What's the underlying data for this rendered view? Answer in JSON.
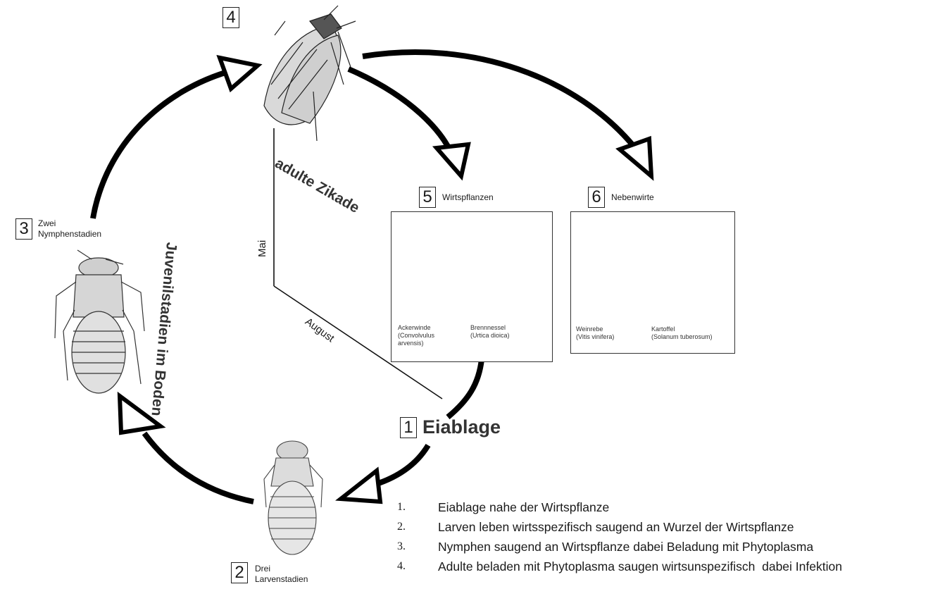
{
  "stages": {
    "s1": {
      "number": "1",
      "label": "Eiablage"
    },
    "s2": {
      "number": "2",
      "label_line1": "Drei",
      "label_line2": "Larvenstadien"
    },
    "s3": {
      "number": "3",
      "label_line1": "Zwei",
      "label_line2": "Nymphenstadien"
    },
    "s4": {
      "number": "4"
    },
    "s5": {
      "number": "5",
      "label": "Wirtspflanzen"
    },
    "s6": {
      "number": "6",
      "label": "Nebenwirte"
    }
  },
  "curved_labels": {
    "adult": "adulte Zikade",
    "juvenile": "Juvenilstadien im Boden"
  },
  "timeline": {
    "may": "Mai",
    "august": "August"
  },
  "host_plants": [
    {
      "line1": "Ackerwinde",
      "line2": "(Convolvulus",
      "line3": "arvensis)"
    },
    {
      "line1": "Brennnessel",
      "line2": "(Urtica dioica)"
    }
  ],
  "secondary_hosts": [
    {
      "line1": "Weinrebe",
      "line2": "(Vitis vinifera)"
    },
    {
      "line1": "Kartoffel",
      "line2": "(Solanum tuberosum)"
    }
  ],
  "legend": [
    {
      "num": "1.",
      "text": "Eiablage nahe der Wirtspflanze"
    },
    {
      "num": "2.",
      "text": "Larven leben wirtsspezifisch saugend an Wurzel der Wirtspflanze"
    },
    {
      "num": "3.",
      "text": "Nymphen saugend an Wirtspflanze dabei Beladung mit Phytoplasma"
    },
    {
      "num": "4.",
      "text": "Adulte beladen mit Phytoplasma saugen wirtsunspezifisch  dabei Infektion"
    }
  ]
}
